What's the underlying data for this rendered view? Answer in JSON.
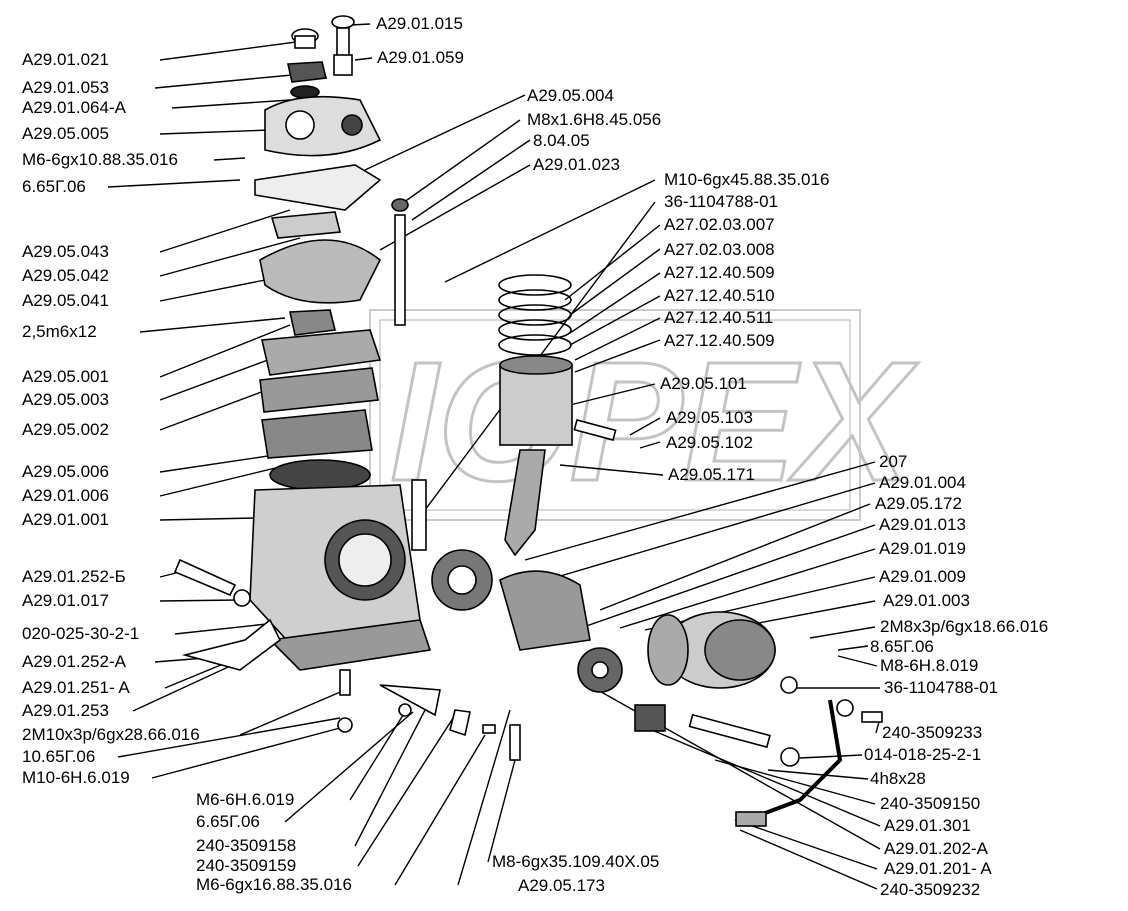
{
  "watermark": "IOPEX",
  "labels": {
    "l01": "A29.01.015",
    "l02": "A29.01.021",
    "l03": "A29.01.059",
    "l04": "A29.01.053",
    "l05": "A29.01.064-A",
    "l06": "A29.05.005",
    "l07": "M6-6gx10.88.35.016",
    "l08": "6.65Г.06",
    "l09": "A29.05.043",
    "l10": "A29.05.042",
    "l11": "A29.05.041",
    "l12": "2,5m6x12",
    "l13": "A29.05.001",
    "l14": "A29.05.003",
    "l15": "A29.05.002",
    "l16": "A29.05.006",
    "l17": "A29.01.006",
    "l18": "A29.01.001",
    "l19": "A29.01.252-Б",
    "l20": "A29.01.017",
    "l21": "020-025-30-2-1",
    "l22": "A29.01.252-A",
    "l23": "A29.01.251- A",
    "l24": "A29.01.253",
    "l25": "2M10x3p/6gx28.66.016",
    "l26": "10.65Г.06",
    "l27": "M10-6H.6.019",
    "l28": "M6-6H.6.019",
    "l29": "6.65Г.06",
    "l30": "240-3509158",
    "l31": "240-3509159",
    "l32": "M6-6gx16.88.35.016",
    "l33": "M8-6gx35.109.40X.05",
    "l34": "A29.05.173",
    "l35": "A29.05.004",
    "l36": "M8x1.6H8.45.056",
    "l37": "8.04.05",
    "l38": "A29.01.023",
    "l39": "M10-6gx45.88.35.016",
    "l40": "36-1104788-01",
    "l41": "A27.02.03.007",
    "l42": "A27.02.03.008",
    "l43": "A27.12.40.509",
    "l44": "A27.12.40.510",
    "l45": "A27.12.40.511",
    "l46": "A27.12.40.509",
    "l47": "A29.05.101",
    "l48": "A29.05.103",
    "l49": "A29.05.102",
    "l50": "A29.05.171",
    "l51": "207",
    "l52": "A29.01.004",
    "l53": "A29.05.172",
    "l54": "A29.01.013",
    "l55": "A29.01.019",
    "l56": "A29.01.009",
    "l57": "A29.01.003",
    "l58": "2M8x3p/6gx18.66.016",
    "l59": "8.65Г.06",
    "l60": "M8-6H.8.019",
    "l61": "36-1104788-01",
    "l62": "240-3509233",
    "l63": "014-018-25-2-1",
    "l64": "4h8x28",
    "l65": "240-3509150",
    "l66": "A29.01.301",
    "l67": "A29.01.202-A",
    "l68": "A29.01.201- A",
    "l69": "240-3509232"
  }
}
